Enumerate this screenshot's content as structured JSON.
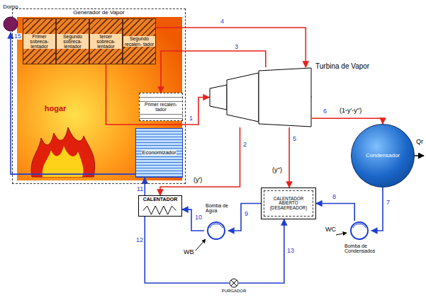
{
  "diagram": {
    "nodes": [
      {
        "text": [
          "Generador de Vapor"
        ]
      },
      {
        "text": [
          "Domo"
        ]
      },
      {
        "text": [
          "Primer sobreca- lentador"
        ],
        "in": 0
      },
      {
        "text": [
          "Segundo sobreca- lentador"
        ],
        "in": 0
      },
      {
        "text": [
          "tercer sobreca- lentador"
        ],
        "in": 0
      },
      {
        "text": [
          "Segundo recalen- tador"
        ],
        "in": 0
      },
      {
        "text": [
          "Primer recalen- tador"
        ],
        "in": 0
      },
      {
        "text": [
          "hogar"
        ],
        "in": 0
      },
      {
        "text": [
          "Economizador"
        ],
        "in": 0
      },
      {
        "text": [
          "Turbina de Vapor"
        ]
      },
      {
        "text": [
          "Condensador"
        ]
      },
      {
        "text": [
          "CALENTADOR"
        ]
      },
      {
        "text": [
          "CALENTADOR ABIERTO (DESAEREADOR)"
        ]
      },
      {
        "text": [
          "Bomba de Agua"
        ]
      },
      {
        "text": [
          "Bomba de Condensados"
        ]
      },
      {
        "text": [
          "PURGADOR"
        ]
      }
    ],
    "edges": [
      {
        "from": 8,
        "to": 1,
        "arrow": "to"
      },
      {
        "from": 4,
        "to": 9,
        "arrow": "to"
      },
      {
        "from": 5,
        "to": 9,
        "arrow": "to"
      },
      {
        "from": 9,
        "to": 6,
        "arrow": "to"
      },
      {
        "from": 9,
        "to": 11,
        "arrow": "to"
      },
      {
        "from": 9,
        "to": 12,
        "arrow": "to"
      },
      {
        "from": 9,
        "to": 10,
        "arrow": "to"
      },
      {
        "from": 10,
        "to": 14,
        "arrow": "to"
      },
      {
        "from": 14,
        "to": 12,
        "arrow": "to"
      },
      {
        "from": 12,
        "to": 13,
        "arrow": "to"
      },
      {
        "from": 13,
        "to": 11,
        "arrow": "to"
      },
      {
        "from": 11,
        "to": 8,
        "arrow": "to"
      },
      {
        "from": 11,
        "to": 15,
        "arrow": "none"
      },
      {
        "from": 15,
        "to": 12,
        "arrow": "to"
      }
    ],
    "labels": [
      "15",
      "1",
      "2",
      "3",
      "4",
      "5",
      "6",
      "7",
      "8",
      "9",
      "10",
      "11",
      "12",
      "13",
      "(y')",
      "(y'')",
      "(1-y'-y'')",
      "Qr",
      "WB",
      "WC"
    ]
  }
}
